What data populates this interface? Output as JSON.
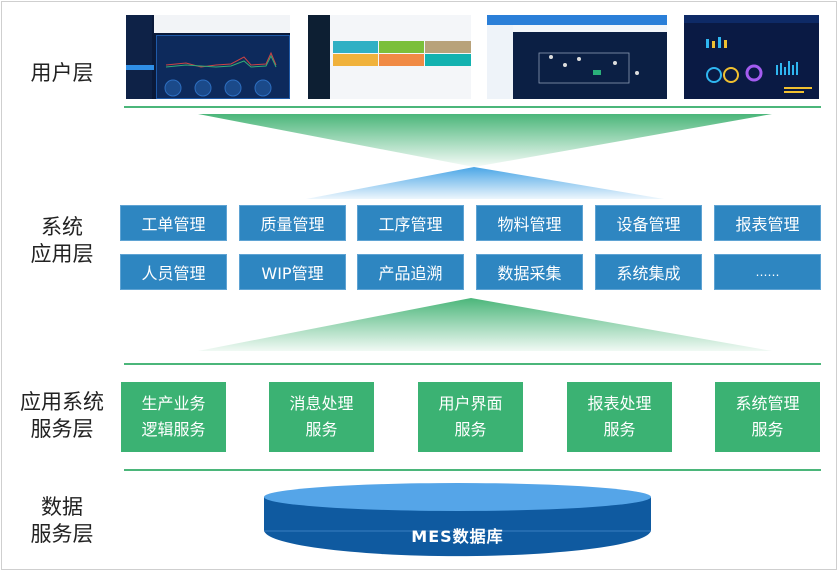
{
  "layers": {
    "user": {
      "label": "用户层"
    },
    "system_app": {
      "label_line1": "系统",
      "label_line2": "应用层"
    },
    "app_service": {
      "label_line1": "应用系统",
      "label_line2": "服务层"
    },
    "data_service": {
      "label_line1": "数据",
      "label_line2": "服务层"
    }
  },
  "screenshots": [
    {
      "name": "dashboard-line-chart-gauges",
      "theme": "dark-blue"
    },
    {
      "name": "tile-menu-portal",
      "theme": "light"
    },
    {
      "name": "process-flow-monitor",
      "theme": "blue-dark"
    },
    {
      "name": "big-screen-analytics",
      "theme": "dark-blue"
    }
  ],
  "system_modules": [
    [
      "工单管理",
      "质量管理",
      "工序管理",
      "物料管理",
      "设备管理",
      "报表管理"
    ],
    [
      "人员管理",
      "WIP管理",
      "产品追溯",
      "数据采集",
      "系统集成",
      "……"
    ]
  ],
  "services": [
    {
      "line1": "生产业务",
      "line2": "逻辑服务"
    },
    {
      "line1": "消息处理",
      "line2": "服务"
    },
    {
      "line1": "用户界面",
      "line2": "服务"
    },
    {
      "line1": "报表处理",
      "line2": "服务"
    },
    {
      "line1": "系统管理",
      "line2": "服务"
    }
  ],
  "database": {
    "label": "MES数据库"
  },
  "colors": {
    "module_blue": "#2e86c1",
    "service_green": "#3bb273",
    "divider_green": "#4bb67a",
    "db_top": "#55a5e8",
    "db_body": "#0f5aa0"
  }
}
